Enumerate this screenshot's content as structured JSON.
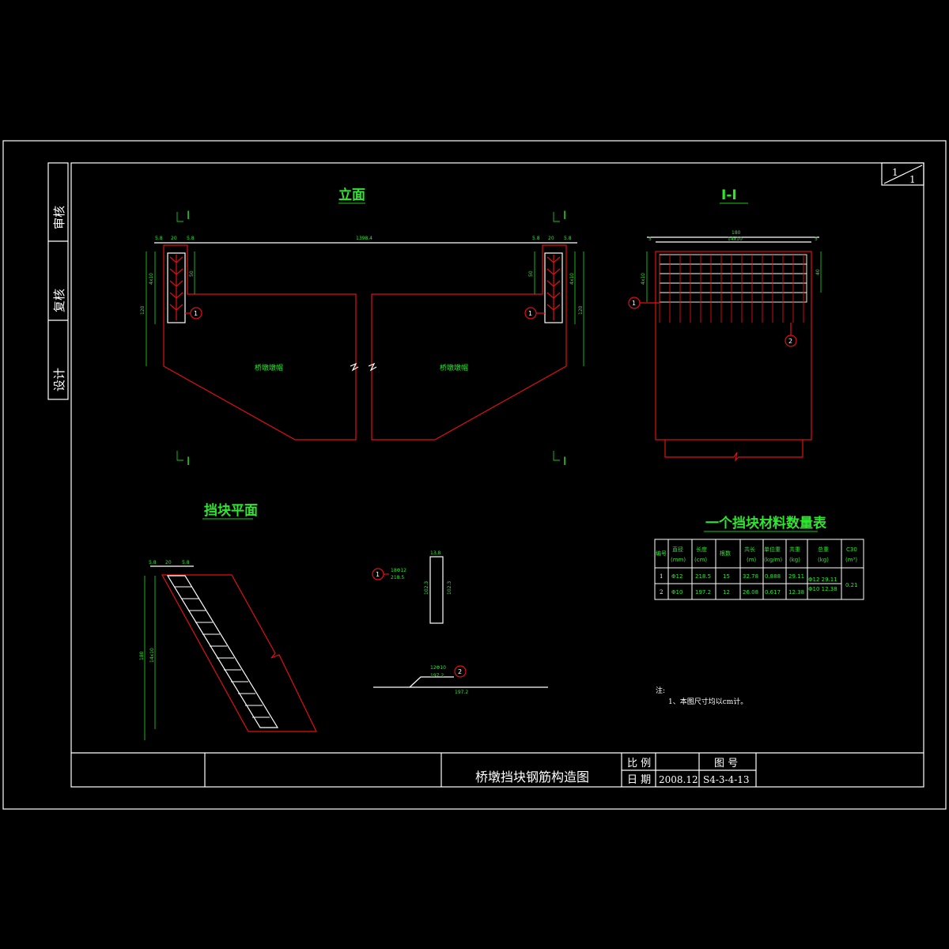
{
  "sheet": {
    "index_top": "1",
    "index_bottom": "1"
  },
  "side_stamp": {
    "review": "审核",
    "check": "复核",
    "design": "设计"
  },
  "views": {
    "elevation_title": "立面",
    "section_title": "I-I",
    "plan_title": "挡块平面",
    "section_mark": "I",
    "pier_label": "桥墩墩帽"
  },
  "elevation_dims": {
    "top_left_a": "5.8",
    "top_left_b": "20",
    "top_left_c": "5.8",
    "top_right_a": "5.8",
    "top_right_b": "20",
    "top_right_c": "5.8",
    "span": "1398.4",
    "left_1": "4x10",
    "left_2": "50",
    "left_3": "120",
    "right_1": "4x10",
    "right_2": "50",
    "right_3": "120"
  },
  "section_dims": {
    "top": "180",
    "top_inner": "14x10",
    "left_side": "5",
    "right_side": "5",
    "left_height": "4x10",
    "right_height": "40"
  },
  "plan_dims": {
    "top_a": "5.8",
    "top_b": "20",
    "top_c": "5.8",
    "left_total": "180",
    "left_inner": "14x10"
  },
  "rebar_details": {
    "bar1_label": "18Φ12",
    "bar1_length": "218.5",
    "bar1_top": "13.8",
    "bar1_height": "102.3",
    "bar2_label": "12Φ10",
    "bar2_length": "197.2",
    "bar2_total": "197.2"
  },
  "callouts": {
    "one": "1",
    "two": "2"
  },
  "material_table": {
    "title": "一个挡块材料数量表",
    "headers": [
      {
        "main": "编号",
        "unit": ""
      },
      {
        "main": "直径",
        "unit": "(mm)"
      },
      {
        "main": "长度",
        "unit": "(cm)"
      },
      {
        "main": "根数",
        "unit": ""
      },
      {
        "main": "共长",
        "unit": "(m)"
      },
      {
        "main": "单位重",
        "unit": "(kg/m)"
      },
      {
        "main": "共重",
        "unit": "(kg)"
      },
      {
        "main": "总重",
        "unit": "(kg)"
      },
      {
        "main": "C30",
        "unit": "(m³)"
      }
    ],
    "rows": [
      [
        "1",
        "Φ12",
        "218.5",
        "15",
        "32.78",
        "0.888",
        "29.11",
        "Φ12 29.11"
      ],
      [
        "2",
        "Φ10",
        "197.2",
        "12",
        "26.08",
        "0.617",
        "12.38",
        "Φ10 12.38"
      ]
    ],
    "c30": "0.21"
  },
  "notes": {
    "title": "注:",
    "line1": "1、本图尺寸均以cm计。"
  },
  "title_block": {
    "drawing_title": "桥墩挡块钢筋构造图",
    "scale_label": "比 例",
    "date_label": "日 期",
    "date_value": "2008.12",
    "drawing_no_label": "图 号",
    "drawing_no_value": "S4-3-4-13"
  }
}
